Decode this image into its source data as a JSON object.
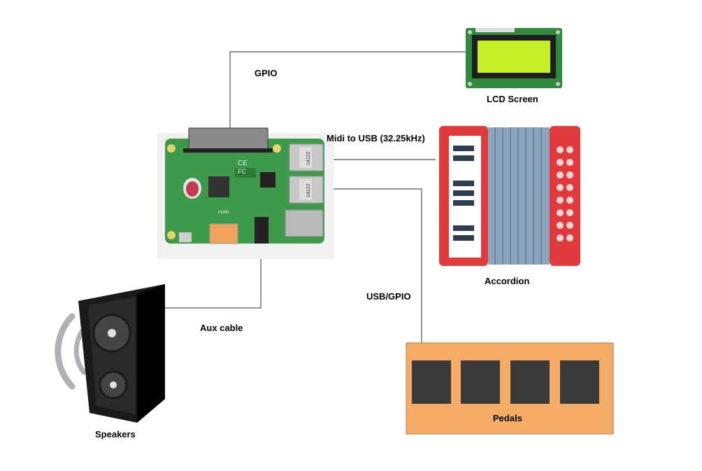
{
  "labels": {
    "gpio": "GPIO",
    "lcd_screen": "LCD Screen",
    "midi_to_usb": "Midi to USB (32.25kHz)",
    "accordion": "Accordion",
    "usb_gpio": "USB/GPIO",
    "aux_cable": "Aux cable",
    "speakers": "Speakers",
    "pedals": "Pedals"
  },
  "board_text": {
    "usb_port_1": "14122",
    "usb_port_2": "14122",
    "hdmi": "HDMI",
    "ce": "CE",
    "fc": "FC"
  },
  "colors": {
    "connector_line": "#555555",
    "board_green": "#3d9a4a",
    "lcd_green": "#c7ef25",
    "accordion_red": "#e03a3d",
    "bellows_blue": "#8da4bd",
    "pedal_orange": "#f5ac67",
    "pedal_key": "#3a3a3a"
  },
  "pedals": {
    "key_count": 4
  }
}
